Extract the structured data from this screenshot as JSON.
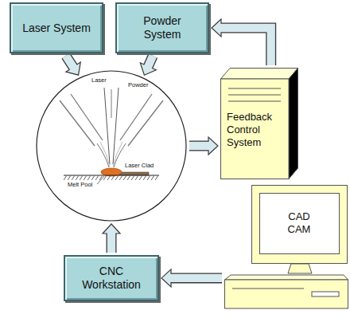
{
  "diagram": {
    "nodes": [
      {
        "text": [
          "Laser System"
        ]
      },
      {
        "text": [
          "Powder System"
        ]
      },
      {
        "text": [
          "Laser",
          "Powder",
          "Laser Clad",
          "Melt Pool"
        ]
      },
      {
        "text": [
          "Feedback Control System"
        ]
      },
      {
        "text": [
          "CAD CAM"
        ]
      },
      {
        "text": [
          "CNC Workstation"
        ]
      }
    ],
    "edges": [
      {
        "from": 0,
        "to": 2,
        "arrow": "to"
      },
      {
        "from": 1,
        "to": 2,
        "arrow": "to"
      },
      {
        "from": 2,
        "to": 3,
        "arrow": "to"
      },
      {
        "from": 3,
        "to": 1,
        "arrow": "to"
      },
      {
        "from": 4,
        "to": 5,
        "arrow": "to"
      },
      {
        "from": 5,
        "to": 2,
        "arrow": "to"
      }
    ]
  }
}
